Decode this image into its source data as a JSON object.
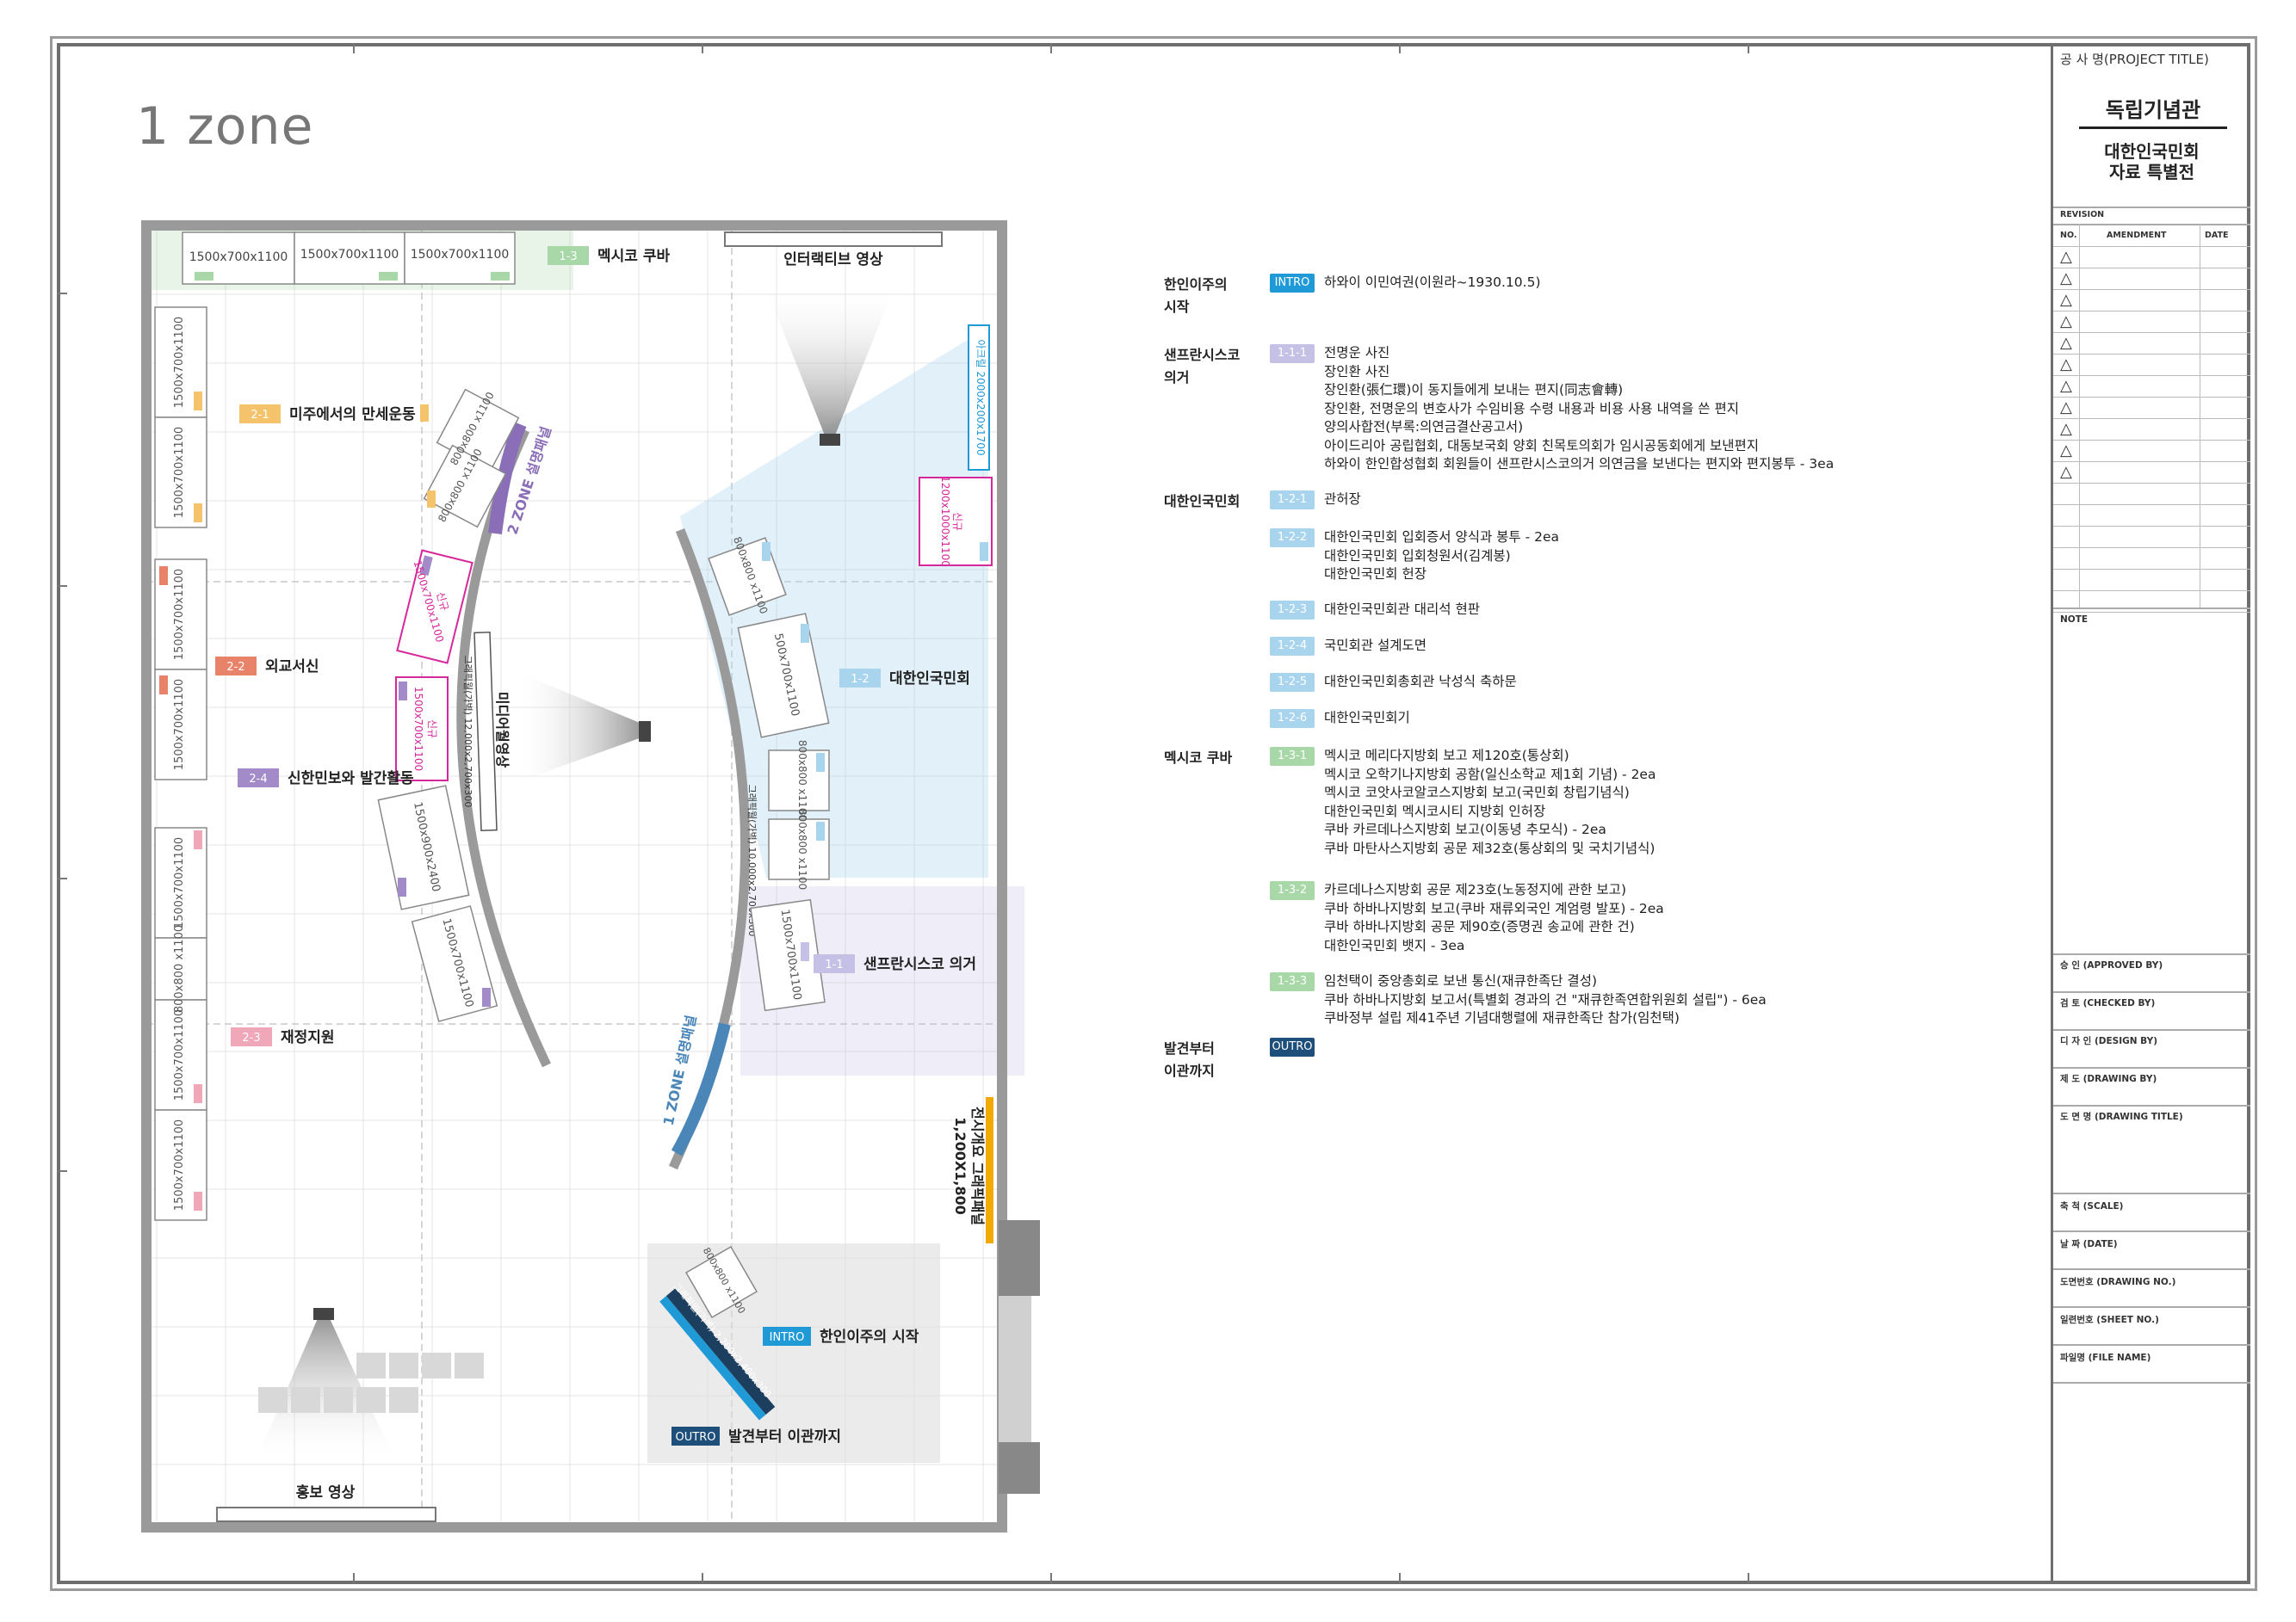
{
  "zone_title": "1 zone",
  "plan": {
    "walls": [
      {
        "id": "a",
        "text": "1500x700x1100"
      },
      {
        "id": "b",
        "text": "1500x700x1100"
      },
      {
        "id": "c",
        "text": "1500x700x1100"
      }
    ],
    "left_case_text": "1500x700x1100",
    "left_small_case_text": "800x800 x1100",
    "slanted_cases": [
      "800x800 x1100",
      "800x800 x1100"
    ],
    "magenta_cases": [
      {
        "label": "신규",
        "size": "1500x700x1100"
      },
      {
        "label": "신규",
        "size": "1500x700x1100"
      }
    ],
    "magenta_right": {
      "label": "신규",
      "size": "1200x1000x1100"
    },
    "zone2_panel": "2 ZONE 설명패널",
    "zone1_panel": "1 ZONE 설명패널",
    "media_wall_left": "미디어월영상",
    "left_arc_label": "그래픽월(가벽) 12,000x2,700x300",
    "right_arc_label": "그래픽월(가벽) 10,000x2,700x300",
    "left_cases_lower": [
      "1500x900x2400",
      "1500x700x1100"
    ],
    "right_cases": [
      "800x800 x1100",
      "500x700x1100",
      "800x800 x1100",
      "800x800 x1100",
      "1500x700x1100"
    ],
    "blue_top_panel": "아크릴 2000x200x1700",
    "interactive_video": "인터랙티브 영상",
    "promo_video": "홍보 영상",
    "overview_panel_1": "전시개요 그래픽패널",
    "overview_panel_2": "1,200X1,800",
    "intro_wall": "그래픽월(가벽) 2,200x2,400x300",
    "intro_case": "800x800 x1100",
    "labels": [
      {
        "tag": "1-3",
        "text": "멕시코 쿠바",
        "color": "#a8d8a8"
      },
      {
        "tag": "2-1",
        "text": "미주에서의 만세운동",
        "color": "#f5c36b"
      },
      {
        "tag": "2-2",
        "text": "외교서신",
        "color": "#e8836a"
      },
      {
        "tag": "2-4",
        "text": "신한민보와 발간활동",
        "color": "#a28bc8"
      },
      {
        "tag": "2-3",
        "text": "재정지원",
        "color": "#f0a8b8"
      },
      {
        "tag": "1-2",
        "text": "대한인국민회",
        "color": "#a8d4ee"
      },
      {
        "tag": "1-1",
        "text": "샌프란시스코 의거",
        "color": "#c4c0e6"
      },
      {
        "tag": "INTRO",
        "text": "한인이주의 시작",
        "color": "#1f9ad6"
      },
      {
        "tag": "OUTRO",
        "text": "발견부터 이관까지",
        "color": "#1d4f7a"
      }
    ]
  },
  "legend": [
    {
      "section": [
        "한인이주의",
        "시작"
      ],
      "items": [
        {
          "tag": "INTRO",
          "color": "#1f9ad6",
          "lines": [
            "하와이 이민여권(이원라~1930.10.5)"
          ]
        }
      ]
    },
    {
      "section": [
        "샌프란시스코",
        "의거"
      ],
      "items": [
        {
          "tag": "1-1-1",
          "color": "#c4c0e6",
          "lines": [
            "전명운 사진",
            "장인환 사진",
            "장인환(張仁環)이 동지들에게 보내는 편지(同志會轉)",
            "장인환, 전명운의 변호사가 수임비용 수령 내용과 비용 사용 내역을 쓴 편지",
            "양의사합전(부록:의연금결산공고서)",
            "아이드리아 공립협회, 대동보국회 양회 친목토의회가 임시공동회에게 보낸편지",
            "하와이 한인합성협회 회원들이 샌프란시스코의거 의연금을 보낸다는 편지와 편지봉투 - 3ea"
          ]
        }
      ]
    },
    {
      "section": [
        "대한인국민회"
      ],
      "items": [
        {
          "tag": "1-2-1",
          "color": "#a8d4ee",
          "lines": [
            "관허장"
          ]
        },
        {
          "tag": "1-2-2",
          "color": "#a8d4ee",
          "lines": [
            "대한인국민회 입회증서 양식과 봉투 - 2ea",
            "대한인국민회 입회청원서(김계봉)",
            "대한인국민회 헌장"
          ]
        },
        {
          "tag": "1-2-3",
          "color": "#a8d4ee",
          "lines": [
            "대한인국민회관 대리석 현판"
          ]
        },
        {
          "tag": "1-2-4",
          "color": "#a8d4ee",
          "lines": [
            "국민회관 설계도면"
          ]
        },
        {
          "tag": "1-2-5",
          "color": "#a8d4ee",
          "lines": [
            "대한인국민회총회관 낙성식 축하문"
          ]
        },
        {
          "tag": "1-2-6",
          "color": "#a8d4ee",
          "lines": [
            "대한인국민회기"
          ]
        }
      ]
    },
    {
      "section": [
        "멕시코 쿠바"
      ],
      "items": [
        {
          "tag": "1-3-1",
          "color": "#a8d8a8",
          "lines": [
            "멕시코 메리다지방회 보고 제120호(통상회)",
            "멕시코 오학기나지방회 공함(일신소학교 제1회 기념) - 2ea",
            "멕시코 코앗사코알코스지방회 보고(국민회 창립기념식)",
            "대한인국민회 멕시코시티 지방회 인허장",
            "쿠바 카르데나스지방회 보고(이동녕 추모식) - 2ea",
            "쿠바 마탄사스지방회 공문 제32호(통상회의 및 국치기념식)"
          ]
        },
        {
          "tag": "1-3-2",
          "color": "#a8d8a8",
          "lines": [
            "카르데나스지방회 공문 제23호(노동정지에 관한 보고)",
            "쿠바 하바나지방회 보고(쿠바 재류외국인 계엄령 발포) - 2ea",
            "쿠바 하바나지방회 공문 제90호(증명권 송교에 관한 건)",
            "대한인국민회 뱃지 - 3ea"
          ]
        },
        {
          "tag": "1-3-3",
          "color": "#a8d8a8",
          "lines": [
            "임천택이 중앙총회로 보낸 통신(재큐한족단 결성)",
            "쿠바 하바나지방회 보고서(특별회 경과의 건 \"재큐한족연합위원회 설립\") - 6ea",
            "쿠바정부 설립 제41주년 기념대행렬에 재큐한족단 참가(임천택)"
          ]
        }
      ]
    },
    {
      "section": [
        "발견부터",
        "이관까지"
      ],
      "items": [
        {
          "tag": "OUTRO",
          "color": "#1d4f7a",
          "lines": []
        }
      ]
    }
  ],
  "title_block": {
    "project_label": "공 사 명(PROJECT TITLE)",
    "project_name": "독립기념관",
    "project_sub_1": "대한인국민회",
    "project_sub_2": "자료 특별전",
    "revision": "REVISION",
    "col_no": "NO.",
    "col_amendment": "AMENDMENT",
    "col_date": "DATE",
    "note": "NOTE",
    "approved": "승 인 (APPROVED BY)",
    "checked": "검 토 (CHECKED BY)",
    "design": "디 자 인 (DESIGN BY)",
    "drawing": "제 도 (DRAWING BY)",
    "drawing_title": "도 면 명 (DRAWING TITLE)",
    "scale": "축 척 (SCALE)",
    "date": "날 짜 (DATE)",
    "drawing_no": "도면번호 (DRAWING NO.)",
    "sheet_no": "일련번호 (SHEET NO.)",
    "file_name": "파일명 (FILE NAME)",
    "triangle": "△"
  }
}
